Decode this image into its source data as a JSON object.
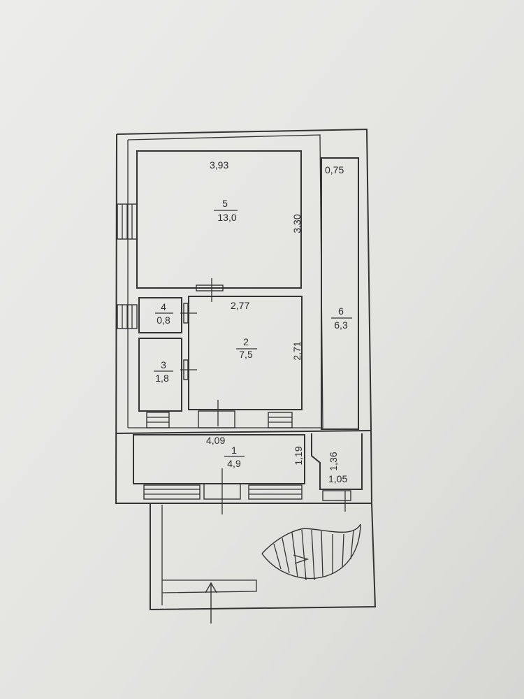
{
  "colors": {
    "paper": "#e7e7e4",
    "ink": "#333333",
    "shadow": "#c9c9c6"
  },
  "rooms": {
    "r1": {
      "number": "1",
      "area": "4,9"
    },
    "r2": {
      "number": "2",
      "area": "7,5"
    },
    "r3": {
      "number": "3",
      "area": "1,8"
    },
    "r4": {
      "number": "4",
      "area": "0,8"
    },
    "r5": {
      "number": "5",
      "area": "13,0"
    },
    "r6": {
      "number": "6",
      "area": "6,3"
    }
  },
  "dimensions": {
    "r5_width": "3,93",
    "r5_depth": "3,30",
    "r6_width": "0,75",
    "r2_width": "2,77",
    "r2_depth": "2,71",
    "r1_width": "4,09",
    "r1_depth": "1,19",
    "vestibule_depth": "1,36",
    "vestibule_width": "1,05"
  },
  "icons": [
    "entrance-arrow-icon",
    "spiral-stair-icon",
    "stairs-icon",
    "window-icon"
  ]
}
